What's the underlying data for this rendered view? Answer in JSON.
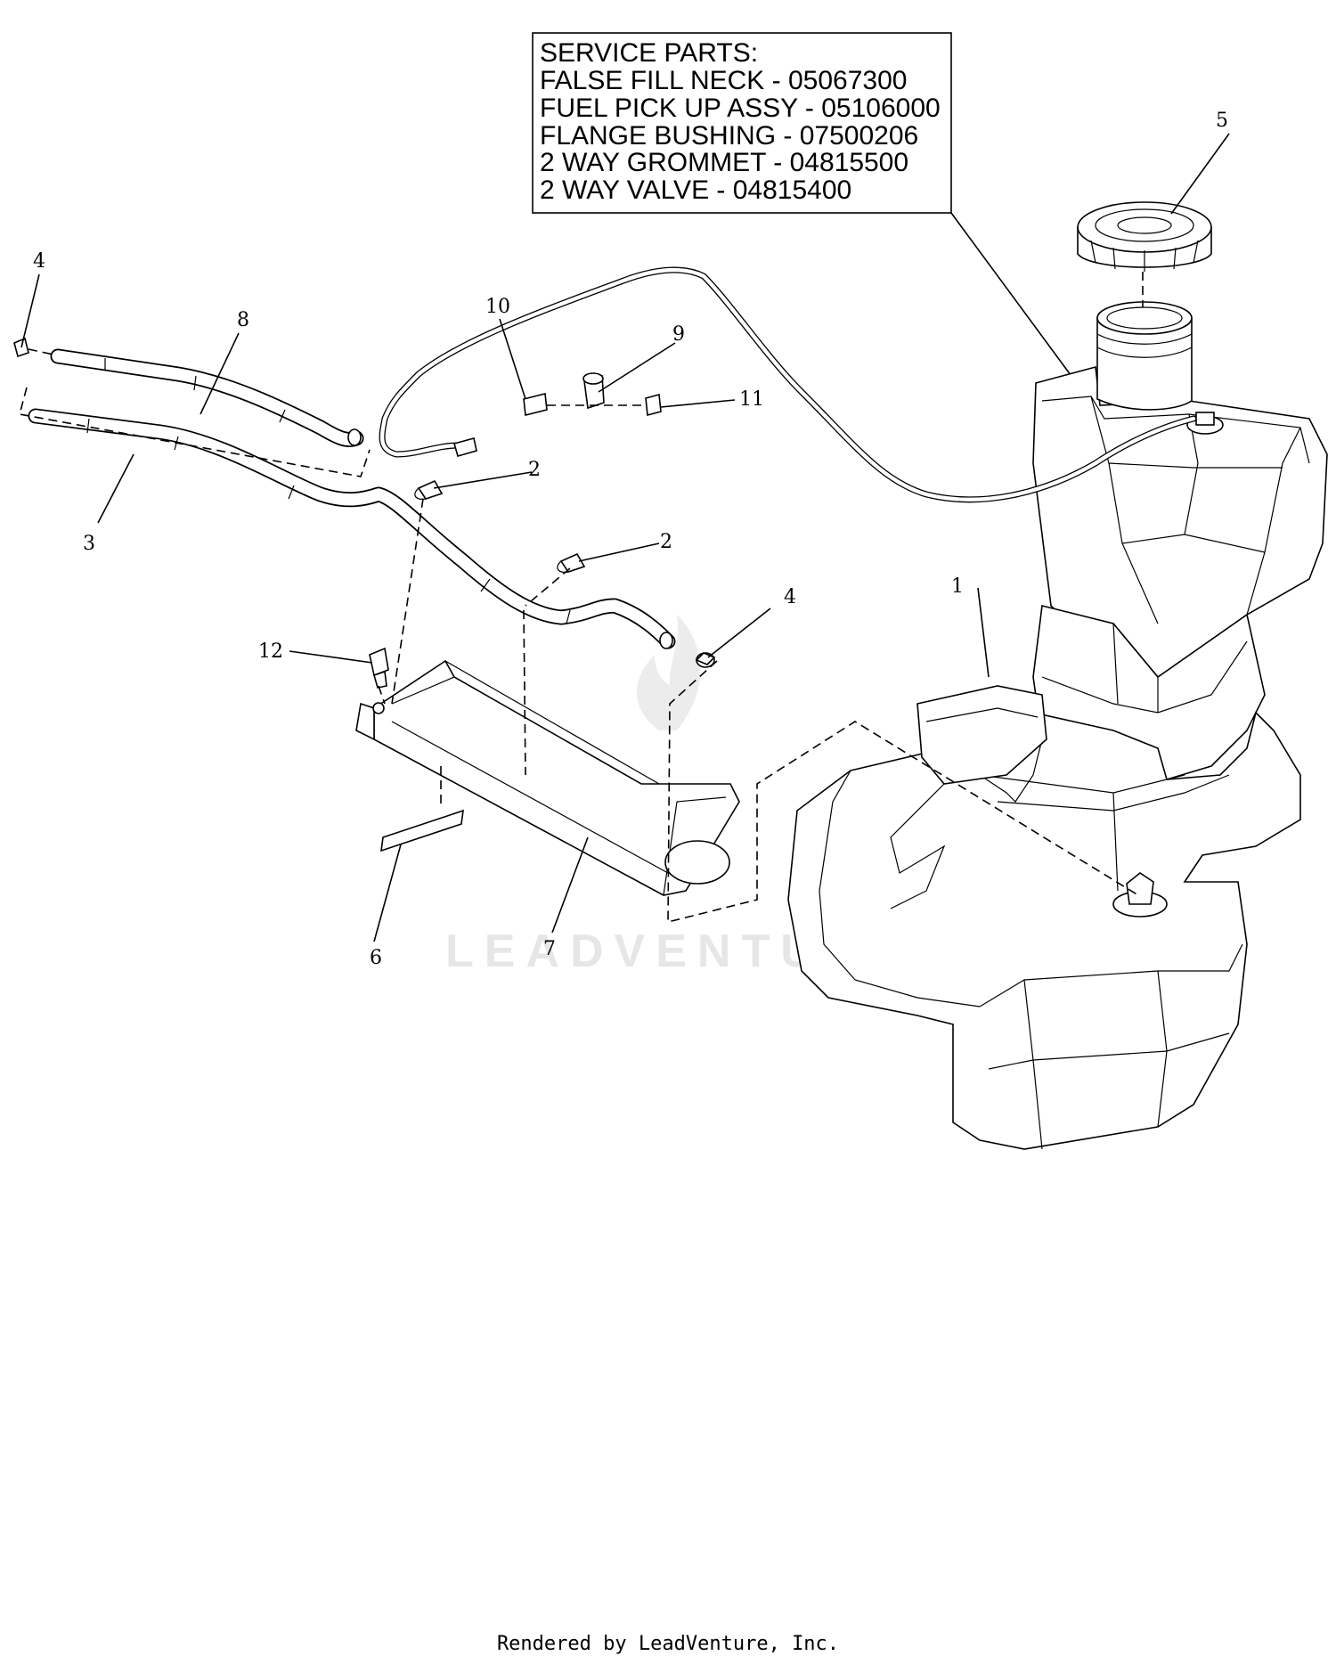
{
  "service_parts": {
    "heading": "SERVICE PARTS:",
    "lines": [
      "FALSE FILL NECK - 05067300",
      "FUEL PICK UP ASSY - 05106000",
      "FLANGE BUSHING - 07500206",
      "2 WAY GROMMET - 04815500",
      "2 WAY VALVE - 04815400"
    ]
  },
  "callouts": [
    "1",
    "2",
    "2",
    "3",
    "4",
    "4",
    "5",
    "6",
    "7",
    "8",
    "9",
    "10",
    "11",
    "12"
  ],
  "watermark": "LEADVENTURE",
  "footer": "Rendered by LeadVenture, Inc."
}
